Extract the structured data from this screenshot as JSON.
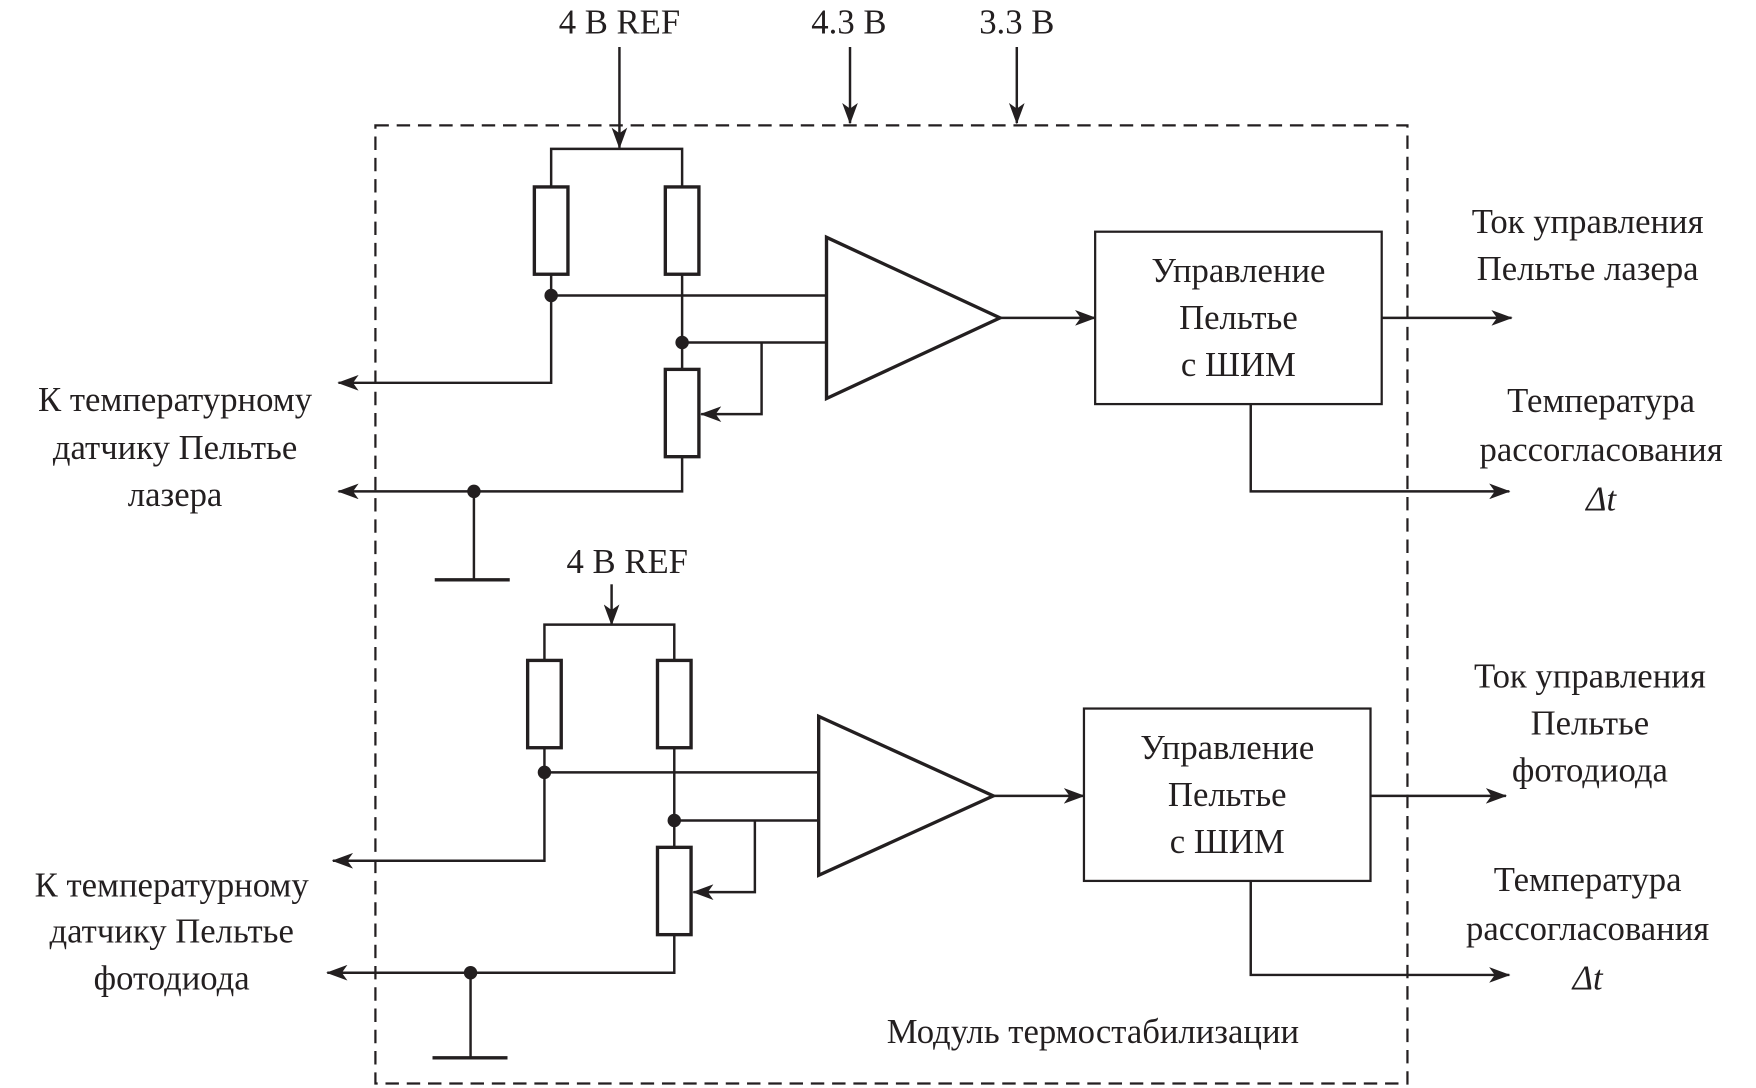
{
  "diagram": {
    "title": "Модуль термостабилизации",
    "supply_inputs": [
      {
        "label": "4 В REF"
      },
      {
        "label": "4.3 В"
      },
      {
        "label": "3.3 В"
      }
    ],
    "channels": [
      {
        "name": "laser",
        "ref_label": "4 В REF",
        "sensor_label": [
          "К температурному",
          "датчику Пельтье",
          "лазера"
        ],
        "controller_label": [
          "Управление",
          "Пельтье",
          "с ШИМ"
        ],
        "output_current_label": [
          "Ток управления",
          "Пельтье лазера"
        ],
        "output_error_label": [
          "Температура",
          "рассогласования",
          "Δt"
        ]
      },
      {
        "name": "photodiode",
        "ref_label": "4 В REF",
        "sensor_label": [
          "К температурному",
          "датчику Пельтье",
          "фотодиода"
        ],
        "controller_label": [
          "Управление",
          "Пельтье",
          "с ШИМ"
        ],
        "output_current_label": [
          "Ток управления",
          "Пельтье",
          "фотодиода"
        ],
        "output_error_label": [
          "Температура",
          "рассогласования",
          "Δt"
        ]
      }
    ]
  }
}
